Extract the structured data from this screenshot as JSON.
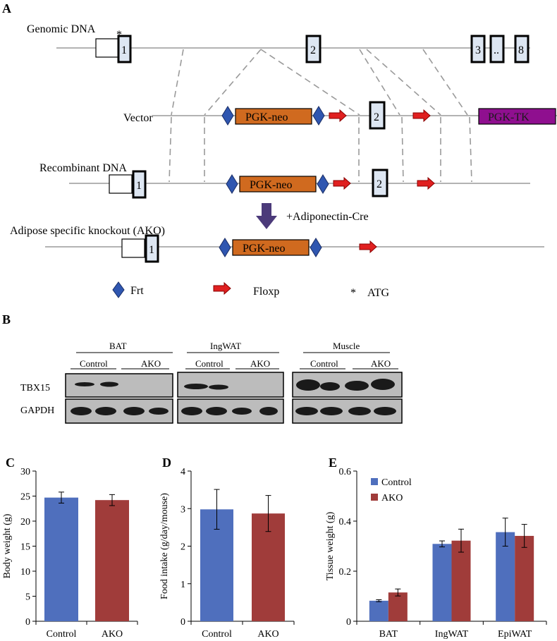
{
  "panels": {
    "A": "A",
    "B": "B",
    "C": "C",
    "D": "D",
    "E": "E"
  },
  "schematic": {
    "genomic_label": "Genomic DNA",
    "vector_label": "Vector",
    "recombinant_label": "Recombinant DNA",
    "ako_label": "Adipose specific knockout (AKO)",
    "asterisk": "*",
    "exon1": "1",
    "exon2": "2",
    "exon3": "3",
    "exon_dots": "..",
    "exon8": "8",
    "pgk_neo": "PGK-neo",
    "pgk_tk": "PGK-TK",
    "cre": "+Adiponectin-Cre",
    "legend": {
      "frt": "Frt",
      "floxp": "Floxp",
      "atg_symbol": "*",
      "atg": "ATG"
    },
    "colors": {
      "exon_fill": "#dde6f2",
      "pgk_neo": "#d06a1f",
      "pgk_tk": "#8f0f8f",
      "frt": "#2f56b0",
      "floxp": "#e02020",
      "cre_arrow": "#4b3a7a"
    }
  },
  "blot": {
    "groups": [
      {
        "tissue": "BAT",
        "control": "Control",
        "ako": "AKO"
      },
      {
        "tissue": "IngWAT",
        "control": "Control",
        "ako": "AKO"
      },
      {
        "tissue": "Muscle",
        "control": "Control",
        "ako": "AKO"
      }
    ],
    "rows": [
      "TBX15",
      "GAPDH"
    ]
  },
  "chart_data": [
    {
      "type": "bar",
      "ylabel": "Body weight (g)",
      "categories": [
        "Control",
        "AKO"
      ],
      "values": [
        24.7,
        24.2
      ],
      "errors": [
        1.1,
        1.1
      ],
      "ylim": [
        0,
        30
      ],
      "yticks": [
        0,
        5,
        10,
        15,
        20,
        25,
        30
      ],
      "colors": [
        "#4f6fbd",
        "#a03c3a"
      ]
    },
    {
      "type": "bar",
      "ylabel": "Food intake (g/day/mouse)",
      "categories": [
        "Control",
        "AKO"
      ],
      "values": [
        2.98,
        2.87
      ],
      "errors": [
        0.53,
        0.48
      ],
      "ylim": [
        0,
        4
      ],
      "yticks": [
        0,
        1,
        2,
        3,
        4
      ],
      "colors": [
        "#4f6fbd",
        "#a03c3a"
      ]
    },
    {
      "type": "bar",
      "ylabel": "Tissue weight (g)",
      "categories": [
        "BAT",
        "IngWAT",
        "EpiWAT"
      ],
      "series": [
        {
          "name": "Control",
          "values": [
            0.082,
            0.309,
            0.356
          ],
          "errors": [
            0.004,
            0.012,
            0.056
          ],
          "color": "#4f6fbd"
        },
        {
          "name": "AKO",
          "values": [
            0.115,
            0.322,
            0.341
          ],
          "errors": [
            0.014,
            0.046,
            0.046
          ],
          "color": "#a03c3a"
        }
      ],
      "ylim": [
        0,
        0.6
      ],
      "yticks": [
        "0",
        "0.2",
        "0.4",
        "0.6"
      ],
      "legend_position": "top-left"
    }
  ]
}
